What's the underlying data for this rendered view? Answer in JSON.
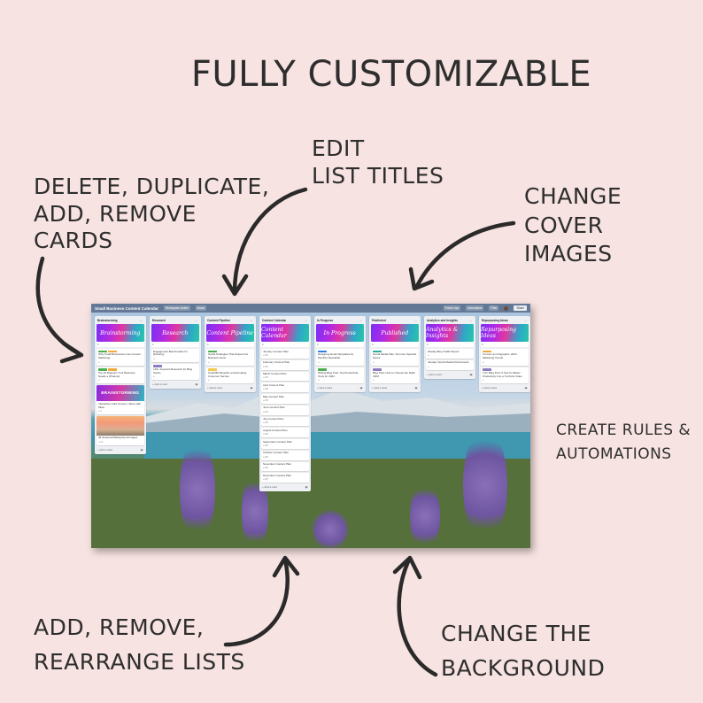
{
  "headline": "FULLY CUSTOMIZABLE",
  "captions": {
    "delete": "DELETE, DUPLICATE,\nADD, REMOVE\nCARDS",
    "edit": "EDIT\nLIST TITLES",
    "cover": "CHANGE\nCOVER\nIMAGES",
    "rules": "CREATE RULES &\nAUTOMATIONS",
    "add": "ADD, REMOVE,\nREARRANGE LISTS",
    "background": "CHANGE  THE\nBACKGROUND"
  },
  "board": {
    "title": "Small Business Content Calendar",
    "workspace": "Workspace visible",
    "view": "Board",
    "right_items": [
      "Power-Ups",
      "Automation",
      "Filter"
    ],
    "share": "Share",
    "add_card": "+ Add a card",
    "lists": [
      {
        "title": "Brainstorming",
        "cover": "Brainstorming",
        "cards": [
          {
            "labels": [
              "#4caf50",
              "#f2a93b"
            ],
            "text": "Why Small Businesses Use Content Marketing",
            "meta": "≡"
          },
          {
            "labels": [
              "#4caf50",
              "#f2a93b"
            ],
            "text": "Top 10 Reasons Your Business Needs a [Product]",
            "meta": "≡"
          }
        ],
        "image_cards": [
          {
            "banner": "BRAINSTORMING",
            "text": "Interactive Card Covers + More with Mixie",
            "meta": "≡ 4"
          },
          {
            "banner": "",
            "text": "45 Seasonal Background Images",
            "meta": "≡ 14"
          }
        ]
      },
      {
        "title": "Research",
        "cover": "Research",
        "cards": [
          {
            "labels": [],
            "text": "Engagement Benchmarks for [Industry]",
            "meta": "≡"
          },
          {
            "labels": [
              "#8e7cc3"
            ],
            "text": "125+ Keyword Research for Blog Topics",
            "meta": "≡"
          }
        ]
      },
      {
        "title": "Content Pipeline",
        "cover": "Content Pipeline",
        "cards": [
          {
            "labels": [
              "#4caf50"
            ],
            "text": "Social Strategies That Helped Our Business Grow",
            "meta": "≡"
          },
          {
            "labels": [
              "#f2c94c"
            ],
            "text": "Small Biz Benefits of Automating Customer Service",
            "meta": "≡"
          }
        ]
      },
      {
        "title": "Content Calendar",
        "cover": "Content Calendar",
        "cards": [
          {
            "labels": [],
            "text": "January Content Plan",
            "meta": "≡ 0/5"
          },
          {
            "labels": [],
            "text": "February Content Plan",
            "meta": "≡ 0/5"
          },
          {
            "labels": [],
            "text": "March Content Plan",
            "meta": "≡ 0/5"
          },
          {
            "labels": [],
            "text": "April Content Plan",
            "meta": "≡ 0/5"
          },
          {
            "labels": [],
            "text": "May Content Plan",
            "meta": "≡ 0/5"
          },
          {
            "labels": [],
            "text": "June Content Plan",
            "meta": "≡ 0/5"
          },
          {
            "labels": [],
            "text": "July Content Plan",
            "meta": "≡ 0/5"
          },
          {
            "labels": [],
            "text": "August Content Plan",
            "meta": "≡ 0/5"
          },
          {
            "labels": [],
            "text": "September Content Plan",
            "meta": "≡ 0/5"
          },
          {
            "labels": [],
            "text": "October Content Plan",
            "meta": "≡ 0/5"
          },
          {
            "labels": [],
            "text": "November Content Plan",
            "meta": "≡ 0/5"
          },
          {
            "labels": [],
            "text": "December Content Plan",
            "meta": "≡ 0/5"
          }
        ]
      },
      {
        "title": "In Progress",
        "cover": "In Progress",
        "cards": [
          {
            "labels": [
              "#2f80ed"
            ],
            "text": "Designing Email Templates for Monthly Newsletter",
            "meta": "≡"
          },
          {
            "labels": [
              "#4caf50"
            ],
            "text": "Writing Blog Post: Top Productivity Tools for 2024",
            "meta": "≡"
          }
        ]
      },
      {
        "title": "Published",
        "cover": "Published",
        "cards": [
          {
            "labels": [
              "#27ae9f"
            ],
            "text": "Social Media Plan: Summer Specials Series",
            "meta": "≡"
          },
          {
            "labels": [
              "#8e7cc3"
            ],
            "text": "Blog Post: How to Choose the Right CRM",
            "meta": "≡"
          }
        ]
      },
      {
        "title": "Analytics and Insights",
        "cover": "Analytics & Insights",
        "cards": [
          {
            "labels": [],
            "text": "Weekly Blog Traffic Report",
            "meta": "≡"
          },
          {
            "labels": [],
            "text": "January Social Media Performance",
            "meta": "≡"
          }
        ]
      },
      {
        "title": "Repurposing Ideas",
        "cover": "Repurposing Ideas",
        "cards": [
          {
            "labels": [
              "#f2a93b"
            ],
            "text": "Convert an Infographic: 2024 Marketing Trends",
            "meta": "≡"
          },
          {
            "labels": [
              "#8e7cc3"
            ],
            "text": "Turn Blog Post: 5 Tips for Better Productivity Into a YouTube Video",
            "meta": "≡"
          }
        ]
      }
    ]
  }
}
